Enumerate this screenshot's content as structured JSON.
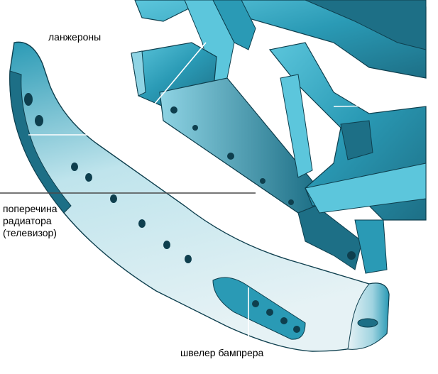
{
  "labels": {
    "spars": "ланжероны",
    "crossmember": [
      "поперечина",
      "радиатора",
      "(телевизор)"
    ],
    "bumper_channel": "швелер бампрера"
  },
  "colors": {
    "frame_dark": "#1d6f86",
    "frame_mid": "#2a9ab5",
    "frame_light": "#5cc6dc",
    "bumper_light": "#e6f2f5",
    "outline": "#0e3f4e",
    "leader_line": "#ffffff",
    "leader_line_dark": "#4a4a4a"
  }
}
